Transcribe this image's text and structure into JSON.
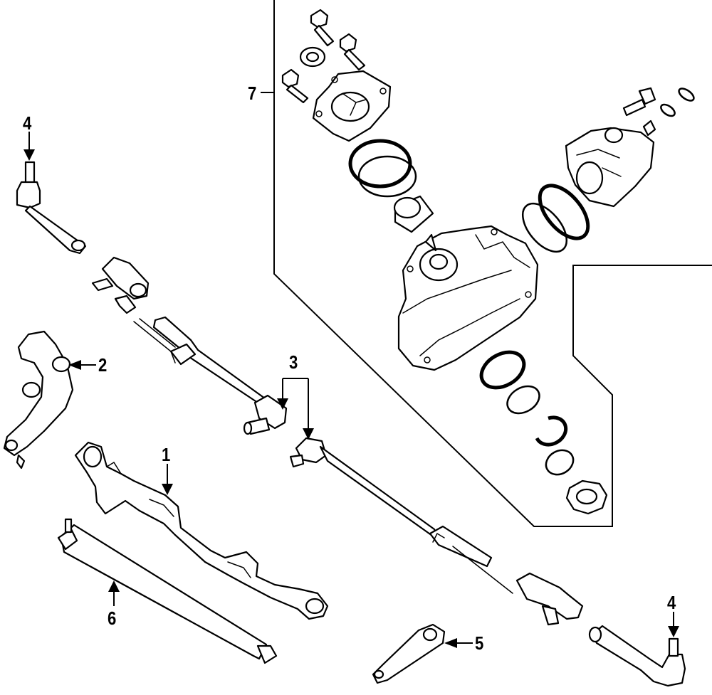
{
  "callouts": {
    "c1": "1",
    "c2": "2",
    "c3": "3",
    "c4a": "4",
    "c4b": "4",
    "c5": "5",
    "c6": "6",
    "c7": "7"
  },
  "colors": {
    "line": "#000000",
    "background": "#ffffff"
  }
}
